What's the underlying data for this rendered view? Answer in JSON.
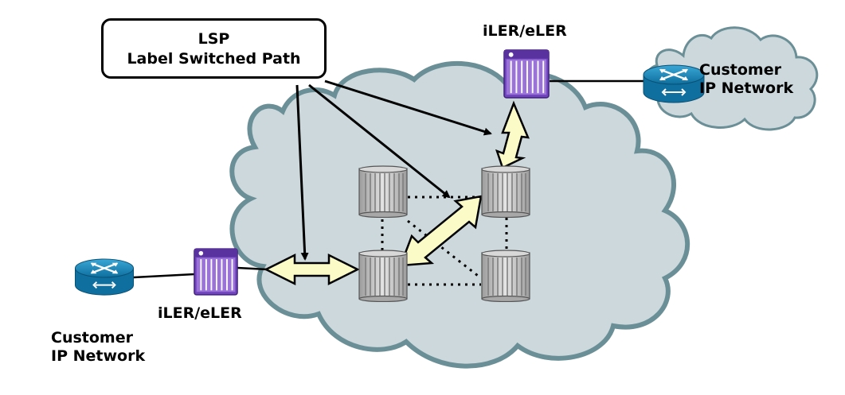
{
  "callout": {
    "line1": "LSP",
    "line2": "Label Switched Path"
  },
  "labels": {
    "ler_top": "iLER/eLER",
    "ler_bottom": "iLER/eLER",
    "customer_right_1": "Customer",
    "customer_right_2": "IP Network",
    "customer_left_1": "Customer",
    "customer_left_2": "IP Network"
  },
  "colors": {
    "cloud_fill": "#ccd8dc",
    "cloud_stroke": "#6b8f96",
    "router_blue": "#1a86b8",
    "ler_purple": "#6a3fb5",
    "lsr_gray": "#b4b4b4",
    "arrow_fill": "#fbfbc7"
  }
}
